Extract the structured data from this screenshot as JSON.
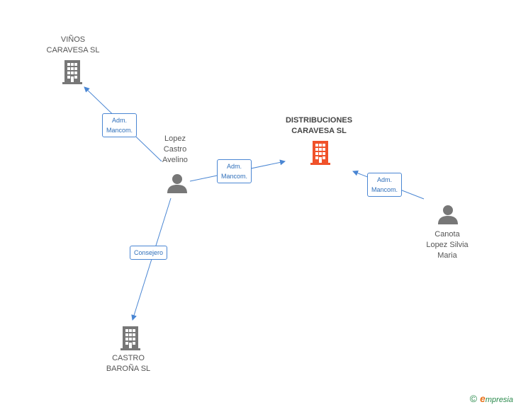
{
  "colors": {
    "edge": "#4a86d3",
    "company": "#777777",
    "company_main": "#f0522a",
    "person": "#777777"
  },
  "nodes": {
    "vinos": {
      "label": "VIÑOS\nCARAVESA SL",
      "icon": "building-icon"
    },
    "distribuciones": {
      "label": "DISTRIBUCIONES\nCARAVESA SL",
      "icon": "building-icon"
    },
    "castro_barona": {
      "label": "CASTRO\nBAROÑA SL",
      "icon": "building-icon"
    },
    "lopez": {
      "label": "Lopez\nCastro\nAvelino",
      "icon": "person-icon"
    },
    "canota": {
      "label": "Canota\nLopez Silvia\nMaria",
      "icon": "person-icon"
    }
  },
  "edges": {
    "lopez_vinos": "Adm.\nMancom.",
    "lopez_distribuciones": "Adm.\nMancom.",
    "canota_distribuciones": "Adm.\nMancom.",
    "lopez_castro": "Consejero"
  },
  "footer": {
    "copyright": "©",
    "brand_initial": "e",
    "brand_rest": "mpresia"
  }
}
